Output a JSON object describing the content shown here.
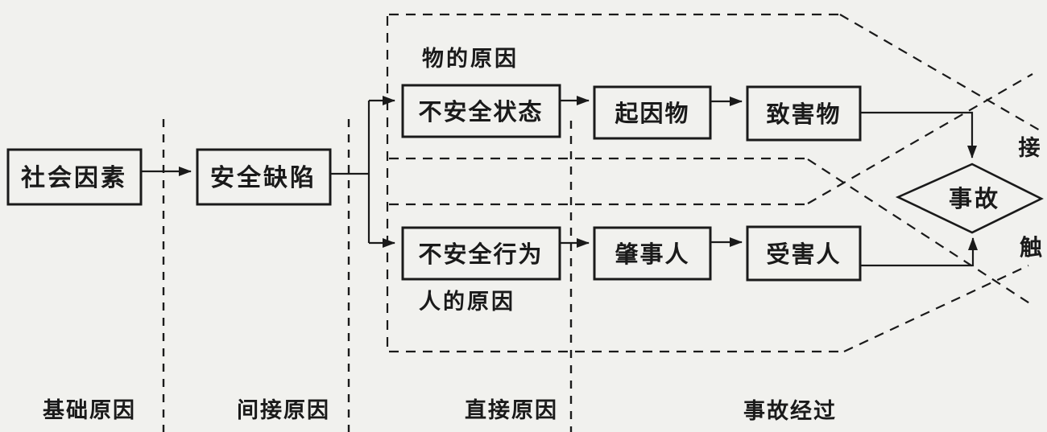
{
  "diagram": {
    "background_color": "#f1f1ee",
    "line_color": "#1a1a1a",
    "nodes": {
      "social_factors": "社会因素",
      "safety_defect": "安全缺陷",
      "unsafe_condition": "不安全状态",
      "initiating_object": "起因物",
      "harmful_object": "致害物",
      "unsafe_behavior": "不安全行为",
      "perpetrator": "肇事人",
      "victim": "受害人",
      "accident": "事故"
    },
    "branch_labels": {
      "material_cause": "物的原因",
      "human_cause": "人的原因"
    },
    "contact_label": {
      "top_char": "接",
      "bottom_char": "触"
    },
    "stage_labels": {
      "basic_cause": "基础原因",
      "indirect_cause": "间接原因",
      "direct_cause": "直接原因",
      "accident_course": "事故经过"
    }
  }
}
